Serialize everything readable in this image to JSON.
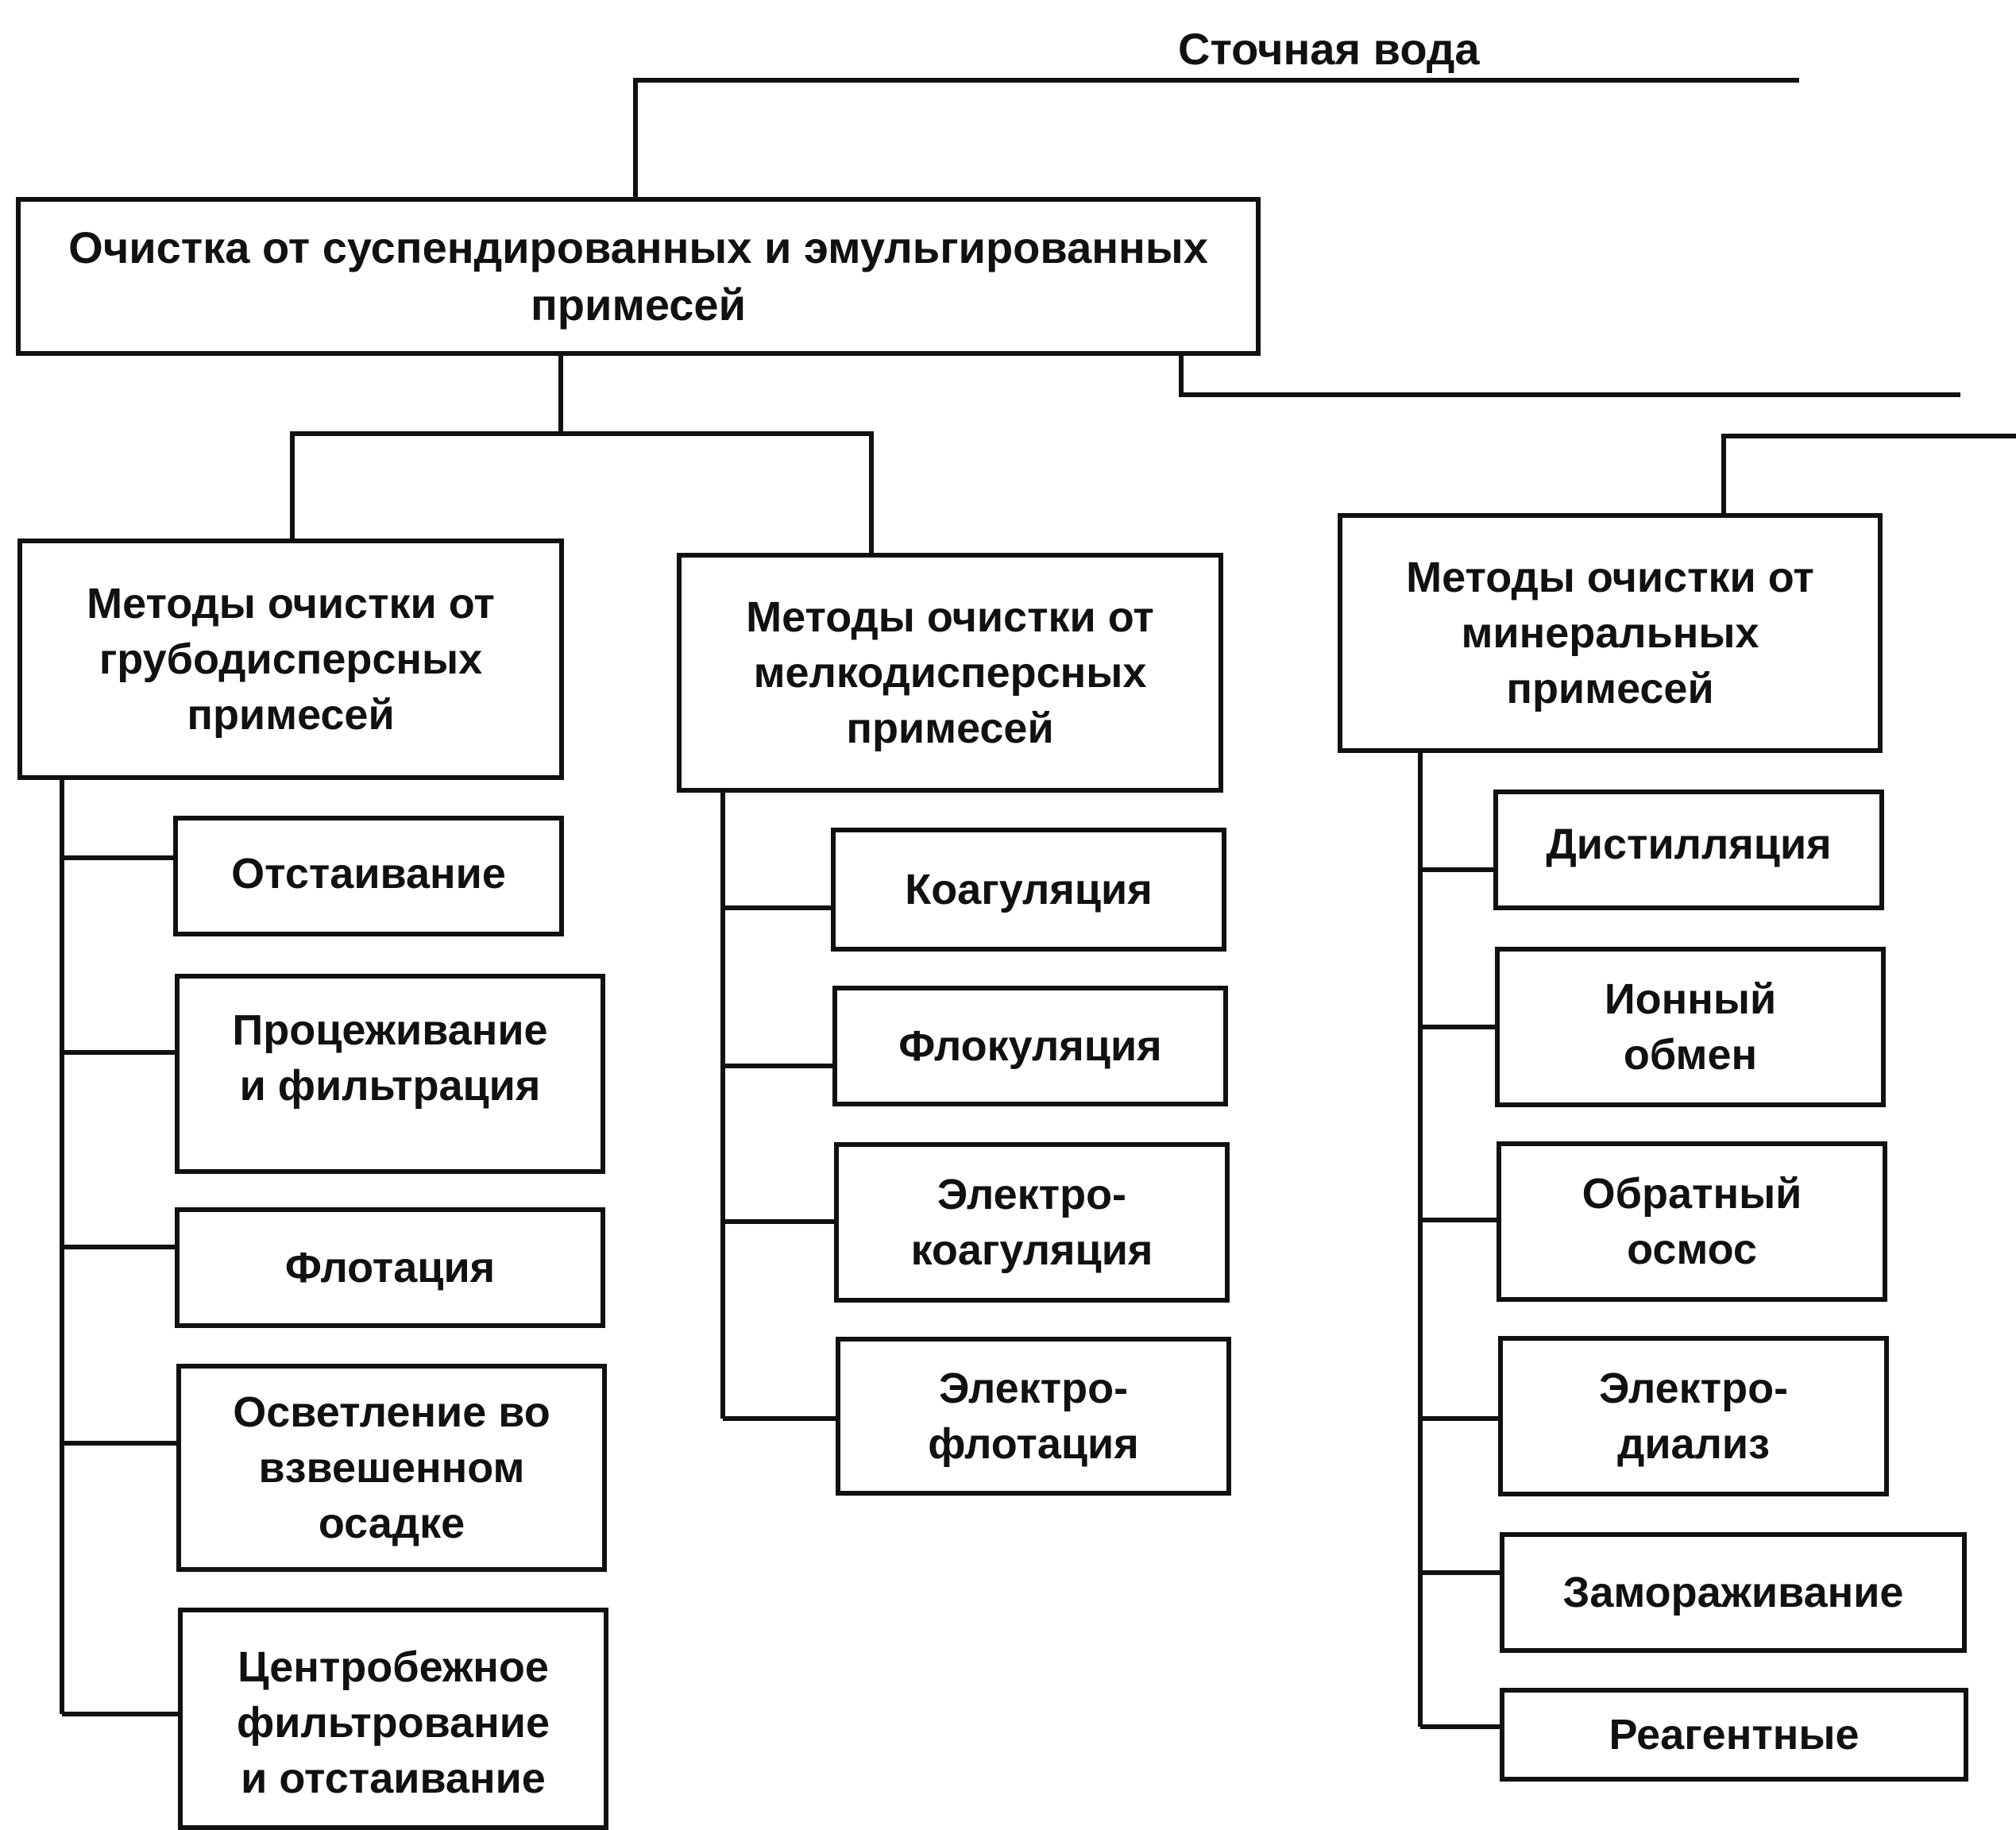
{
  "root": {
    "label": "Сточная вода"
  },
  "main": {
    "label": "Очистка от суспендированных и эмульгированных\nпримесей"
  },
  "groups": {
    "coarse": {
      "title": "Методы очистки от\nгрубодисперсных\nпримесей",
      "items": [
        "Отстаивание",
        "Процеживание\nи фильтрация",
        "Флотация",
        "Осветление во\nвзвешенном\nосадке",
        "Центробежное\nфильтрование\nи отстаивание"
      ]
    },
    "fine": {
      "title": "Методы очистки от\nмелкодисперсных\nпримесей",
      "items": [
        "Коагуляция",
        "Флокуляция",
        "Электро-\nкоагуляция",
        "Электро-\nфлотация"
      ]
    },
    "mineral": {
      "title": "Методы очистки от\nминеральных\nпримесей",
      "items": [
        "Дистилляция",
        "Ионный\nобмен",
        "Обратный\nосмос",
        "Электро-\nдиализ",
        "Замораживание",
        "Реагентные"
      ]
    }
  }
}
